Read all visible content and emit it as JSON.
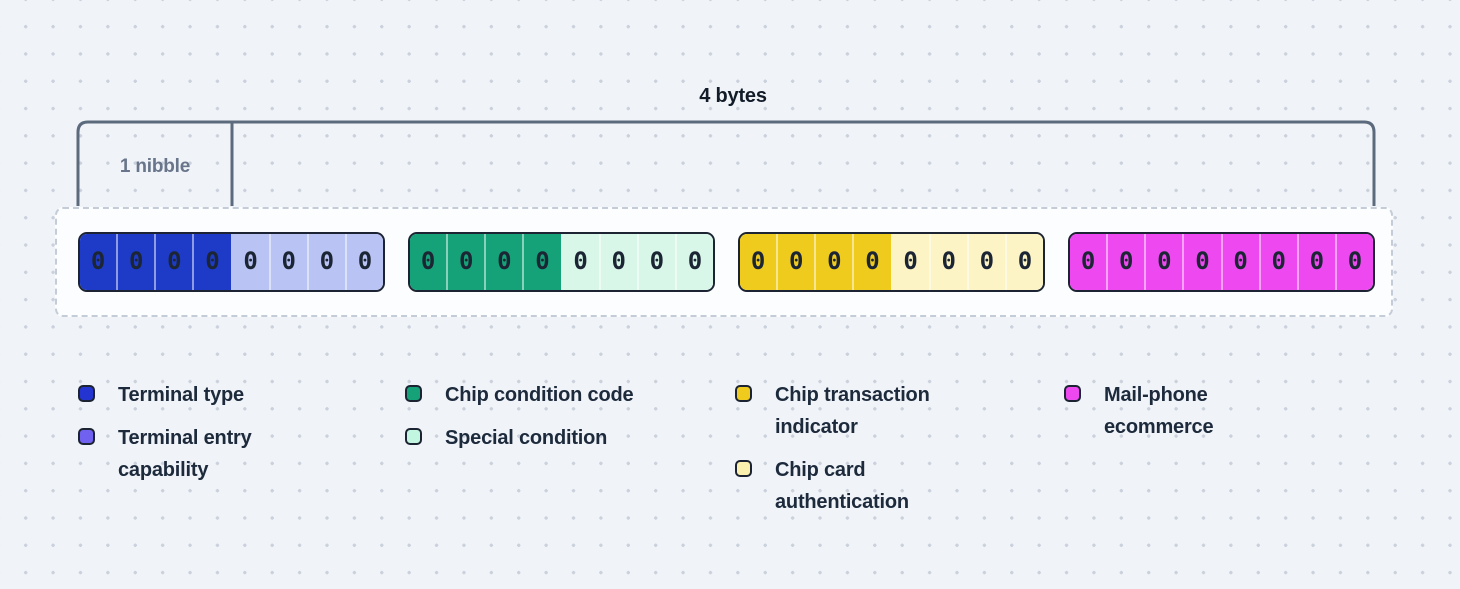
{
  "figure": {
    "bytes_bracket_label": "4 bytes",
    "nibble_bracket_label": "1 nibble"
  },
  "byte_blocks": [
    {
      "name": "byte-1-terminal",
      "high_nibble_color": "#1d3bc7",
      "low_nibble_color": "#b9c3f4",
      "cells": [
        "0",
        "0",
        "0",
        "0",
        "0",
        "0",
        "0",
        "0"
      ]
    },
    {
      "name": "byte-2-chip-condition",
      "high_nibble_color": "#15a278",
      "low_nibble_color": "#d8f7e9",
      "cells": [
        "0",
        "0",
        "0",
        "0",
        "0",
        "0",
        "0",
        "0"
      ]
    },
    {
      "name": "byte-3-chip-transaction",
      "high_nibble_color": "#efcb1e",
      "low_nibble_color": "#fcf4c4",
      "cells": [
        "0",
        "0",
        "0",
        "0",
        "0",
        "0",
        "0",
        "0"
      ]
    },
    {
      "name": "byte-4-mail-phone",
      "high_nibble_color": "#ee49f0",
      "low_nibble_color": "#ee49f0",
      "cells": [
        "0",
        "0",
        "0",
        "0",
        "0",
        "0",
        "0",
        "0"
      ]
    }
  ],
  "legend_columns": [
    {
      "items": [
        {
          "label": "Terminal type",
          "swatch_color": "#2434d0"
        },
        {
          "label": "Terminal entry capability",
          "swatch_color": "#7161f1"
        }
      ]
    },
    {
      "items": [
        {
          "label": "Chip condition code",
          "swatch_color": "#15a278"
        },
        {
          "label": "Special condition",
          "swatch_color": "#c2f6e0"
        }
      ]
    },
    {
      "items": [
        {
          "label": "Chip transaction indicator",
          "swatch_color": "#efcb1e"
        },
        {
          "label": "Chip card authentication",
          "swatch_color": "#fbf0ad"
        }
      ]
    },
    {
      "items": [
        {
          "label": "Mail-phone ecommerce",
          "swatch_color": "#ee49f0"
        }
      ]
    }
  ],
  "colors": {
    "background": "#f0f3f7",
    "dot_grid": "#cad1dc",
    "bracket": "#5c6a7d",
    "bytes_label_text": "#121c29",
    "nibble_label_text": "#68758a",
    "legend_text": "#1c2a3c",
    "bit_digit": "#1b2534",
    "block_border": "#1c2433",
    "dashed_border": "#c4ccd8",
    "dashed_background": "#fcfdfe"
  }
}
